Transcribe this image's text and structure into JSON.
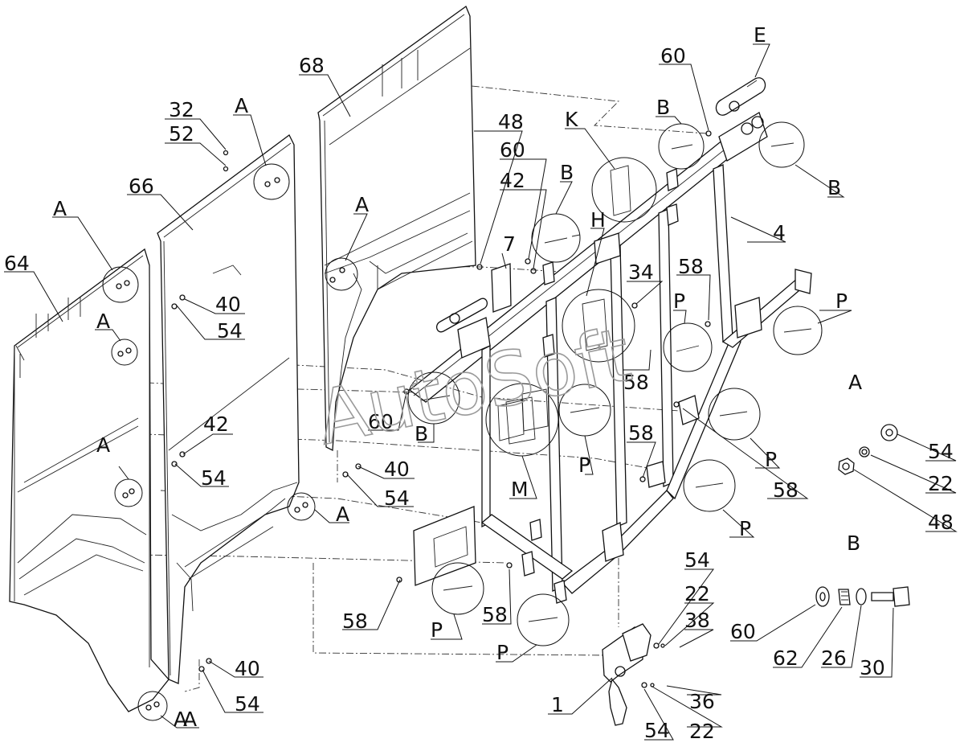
{
  "diagram": {
    "watermark": "AutoSoft",
    "labels": [
      {
        "id": "lbl-68",
        "text": "68"
      },
      {
        "id": "lbl-32",
        "text": "32"
      },
      {
        "id": "lbl-52",
        "text": "52"
      },
      {
        "id": "lbl-A-top",
        "text": "A"
      },
      {
        "id": "lbl-66",
        "text": "66"
      },
      {
        "id": "lbl-A-66",
        "text": "A"
      },
      {
        "id": "lbl-A-68",
        "text": "A"
      },
      {
        "id": "lbl-64",
        "text": "64"
      },
      {
        "id": "lbl-A-64a",
        "text": "A"
      },
      {
        "id": "lbl-A-64b",
        "text": "A"
      },
      {
        "id": "lbl-40a",
        "text": "40"
      },
      {
        "id": "lbl-54a",
        "text": "54"
      },
      {
        "id": "lbl-42a",
        "text": "42"
      },
      {
        "id": "lbl-54b",
        "text": "54"
      },
      {
        "id": "lbl-A-64c",
        "text": "A"
      },
      {
        "id": "lbl-40b",
        "text": "40"
      },
      {
        "id": "lbl-54c",
        "text": "54"
      },
      {
        "id": "lbl-A-mid",
        "text": "A"
      },
      {
        "id": "lbl-60a",
        "text": "60"
      },
      {
        "id": "lbl-58a",
        "text": "58"
      },
      {
        "id": "lbl-40c",
        "text": "40"
      },
      {
        "id": "lbl-54d",
        "text": "54"
      },
      {
        "id": "lbl-A-bot",
        "text": "A"
      },
      {
        "id": "lbl-48",
        "text": "48"
      },
      {
        "id": "lbl-60b",
        "text": "60"
      },
      {
        "id": "lbl-42b",
        "text": "42"
      },
      {
        "id": "lbl-7",
        "text": "7"
      },
      {
        "id": "lbl-B1",
        "text": "B"
      },
      {
        "id": "lbl-K",
        "text": "K"
      },
      {
        "id": "lbl-H",
        "text": "H"
      },
      {
        "id": "lbl-60c",
        "text": "60"
      },
      {
        "id": "lbl-E",
        "text": "E"
      },
      {
        "id": "lbl-B2",
        "text": "B"
      },
      {
        "id": "lbl-B3",
        "text": "B"
      },
      {
        "id": "lbl-4",
        "text": "4"
      },
      {
        "id": "lbl-34",
        "text": "34"
      },
      {
        "id": "lbl-58b",
        "text": "58"
      },
      {
        "id": "lbl-P1",
        "text": "P"
      },
      {
        "id": "lbl-P2",
        "text": "P"
      },
      {
        "id": "lbl-58c",
        "text": "58"
      },
      {
        "id": "lbl-B4",
        "text": "B"
      },
      {
        "id": "lbl-M",
        "text": "M"
      },
      {
        "id": "lbl-P3",
        "text": "P"
      },
      {
        "id": "lbl-58d",
        "text": "58"
      },
      {
        "id": "lbl-P4",
        "text": "P"
      },
      {
        "id": "lbl-58e",
        "text": "58"
      },
      {
        "id": "lbl-P5",
        "text": "P"
      },
      {
        "id": "lbl-P6",
        "text": "P"
      },
      {
        "id": "lbl-58f",
        "text": "58"
      },
      {
        "id": "lbl-P7",
        "text": "P"
      },
      {
        "id": "lbl-1",
        "text": "1"
      },
      {
        "id": "lbl-54e",
        "text": "54"
      },
      {
        "id": "lbl-22a",
        "text": "22"
      },
      {
        "id": "lbl-38",
        "text": "38"
      },
      {
        "id": "lbl-36",
        "text": "36"
      },
      {
        "id": "lbl-54f",
        "text": "54"
      },
      {
        "id": "lbl-22b",
        "text": "22"
      },
      {
        "id": "lbl-detail-A",
        "text": "A"
      },
      {
        "id": "lbl-A-54",
        "text": "54"
      },
      {
        "id": "lbl-A-22",
        "text": "22"
      },
      {
        "id": "lbl-A-48",
        "text": "48"
      },
      {
        "id": "lbl-detail-B",
        "text": "B"
      },
      {
        "id": "lbl-B-60",
        "text": "60"
      },
      {
        "id": "lbl-B-62",
        "text": "62"
      },
      {
        "id": "lbl-B-26",
        "text": "26"
      },
      {
        "id": "lbl-B-30",
        "text": "30"
      }
    ]
  }
}
